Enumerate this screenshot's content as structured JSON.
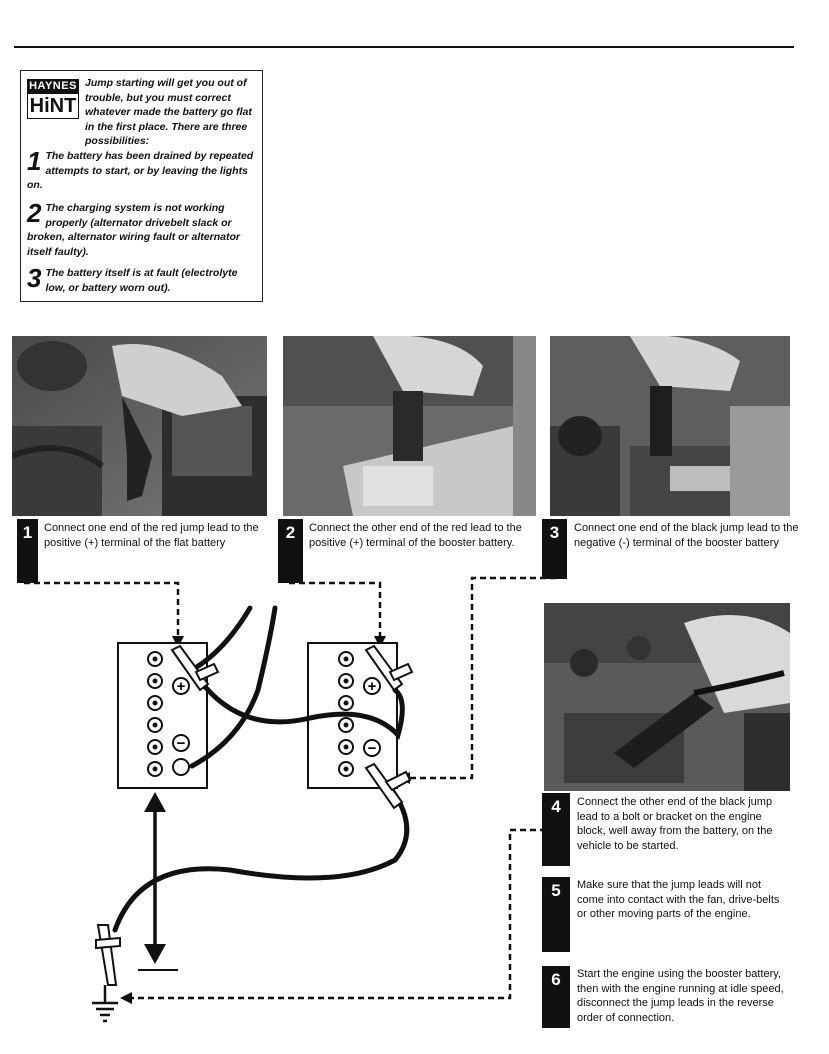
{
  "hint": {
    "logo_top": "HAYNES",
    "logo_bottom": "HiNT",
    "intro": "Jump starting will get you out of trouble, but you must correct whatever made the battery go flat in the first place. There are three possibilities:",
    "items": [
      {
        "number": "1",
        "text": "The battery has been drained by repeated attempts to start, or by leaving the lights on."
      },
      {
        "number": "2",
        "text": "The charging system is not working properly (alternator drivebelt slack or broken, alternator wiring fault or alternator itself faulty)."
      },
      {
        "number": "3",
        "text": "The battery itself is at fault (electrolyte low, or battery worn out)."
      }
    ]
  },
  "steps": [
    {
      "number": "1",
      "text": "Connect one end of the red jump lead to the positive (+) terminal of the flat battery"
    },
    {
      "number": "2",
      "text": "Connect the other end of the red lead to the positive (+) terminal of the booster battery."
    },
    {
      "number": "3",
      "text": "Connect one end of the black jump lead to the negative (-) terminal of the booster battery"
    },
    {
      "number": "4",
      "text": "Connect the other end of the black jump lead to a bolt or bracket on the engine block, well away from the battery, on the vehicle to be started."
    },
    {
      "number": "5",
      "text": "Make sure that the jump leads will not come into contact with the fan, drive-belts or other moving parts of the engine."
    },
    {
      "number": "6",
      "text": "Start the engine using the booster battery, then with the engine running at idle speed, disconnect the jump leads in the reverse order of connection."
    }
  ],
  "diagram": {
    "positive_symbol": "+",
    "negative_symbol": "−"
  }
}
